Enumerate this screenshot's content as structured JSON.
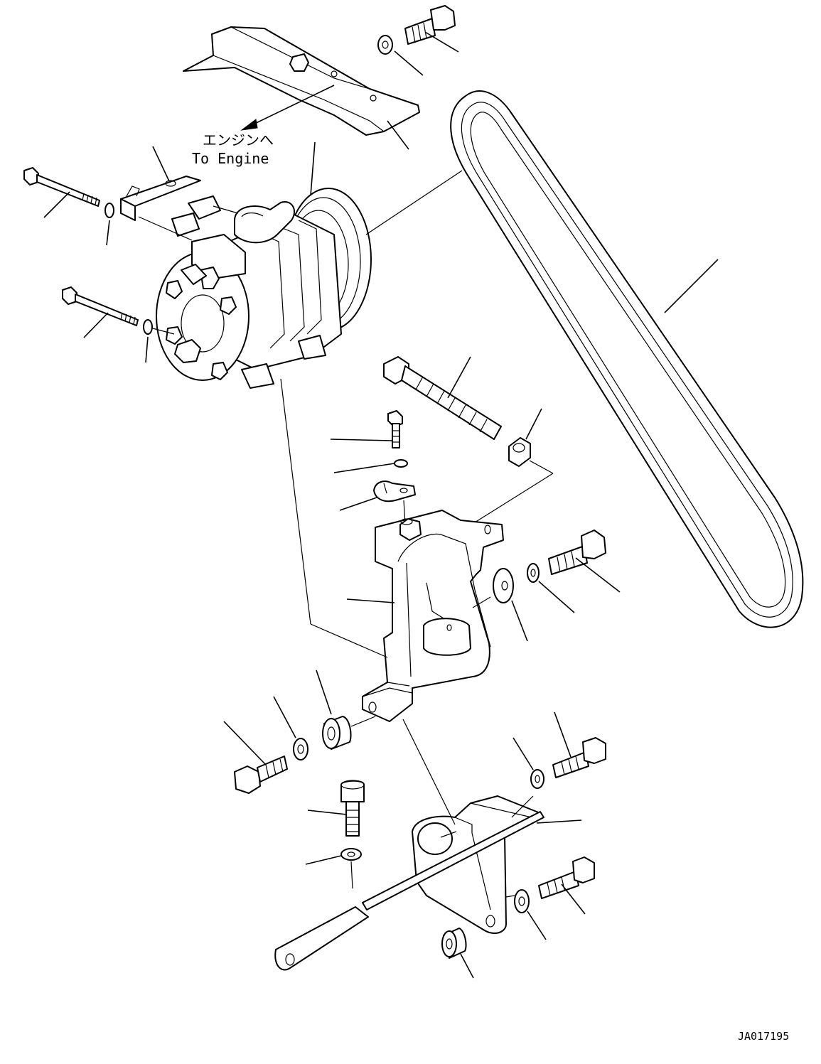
{
  "annotation": {
    "direction_jp": "エンジンへ",
    "direction_en": "To Engine"
  },
  "drawing_code": "JA017195",
  "colors": {
    "line": "#000000",
    "background": "#ffffff"
  }
}
